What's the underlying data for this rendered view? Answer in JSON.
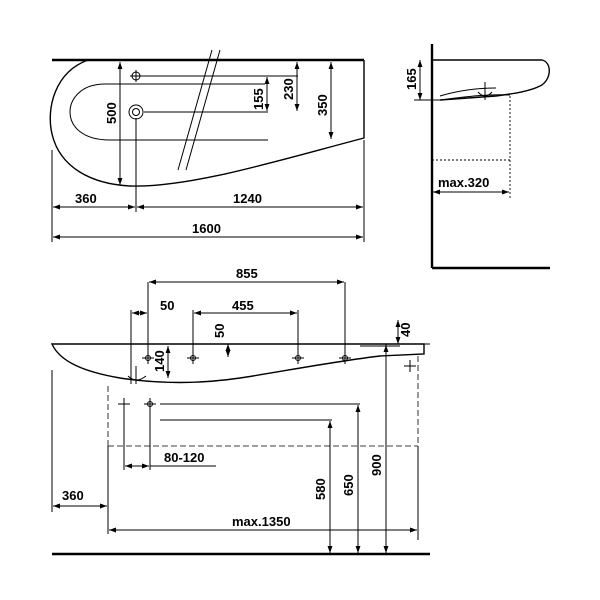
{
  "top_view": {
    "dim_width_left": "360",
    "dim_width_right": "1240",
    "dim_total": "1600",
    "dim_depth": "500",
    "dim_155": "155",
    "dim_230": "230",
    "dim_350": "350"
  },
  "side_view": {
    "dim_height": "165",
    "dim_max_depth": "max.320"
  },
  "front_view": {
    "dim_855": "855",
    "dim_455": "455",
    "dim_50_top": "50",
    "dim_50_vertical": "50",
    "dim_140": "140",
    "dim_40": "40",
    "dim_80_120": "80-120",
    "dim_360": "360",
    "dim_max_1350": "max.1350",
    "dim_580": "580",
    "dim_650": "650",
    "dim_900": "900"
  }
}
